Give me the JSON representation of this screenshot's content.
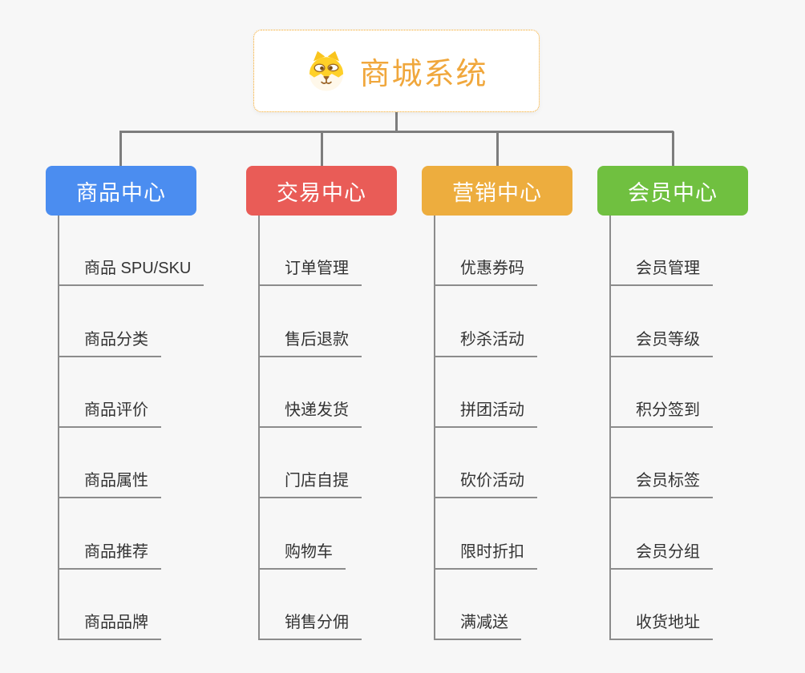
{
  "root": {
    "title": "商城系统",
    "icon": "dog-face-icon"
  },
  "branches": [
    {
      "label": "商品中心",
      "color": "#4b8df0",
      "items": [
        "商品 SPU/SKU",
        "商品分类",
        "商品评价",
        "商品属性",
        "商品推荐",
        "商品品牌"
      ]
    },
    {
      "label": "交易中心",
      "color": "#e95c57",
      "items": [
        "订单管理",
        "售后退款",
        "快递发货",
        "门店自提",
        "购物车",
        "销售分佣"
      ]
    },
    {
      "label": "营销中心",
      "color": "#edad3e",
      "items": [
        "优惠券码",
        "秒杀活动",
        "拼团活动",
        "砍价活动",
        "限时折扣",
        "满减送"
      ]
    },
    {
      "label": "会员中心",
      "color": "#70c040",
      "items": [
        "会员管理",
        "会员等级",
        "积分签到",
        "会员标签",
        "会员分组",
        "收货地址"
      ]
    }
  ],
  "colors": {
    "background": "#f7f7f7",
    "connector": "#7d7d7d",
    "item_line": "#8c8c8c",
    "root_border": "#f5a623",
    "root_title": "#f0a73c",
    "item_text": "#333333"
  }
}
